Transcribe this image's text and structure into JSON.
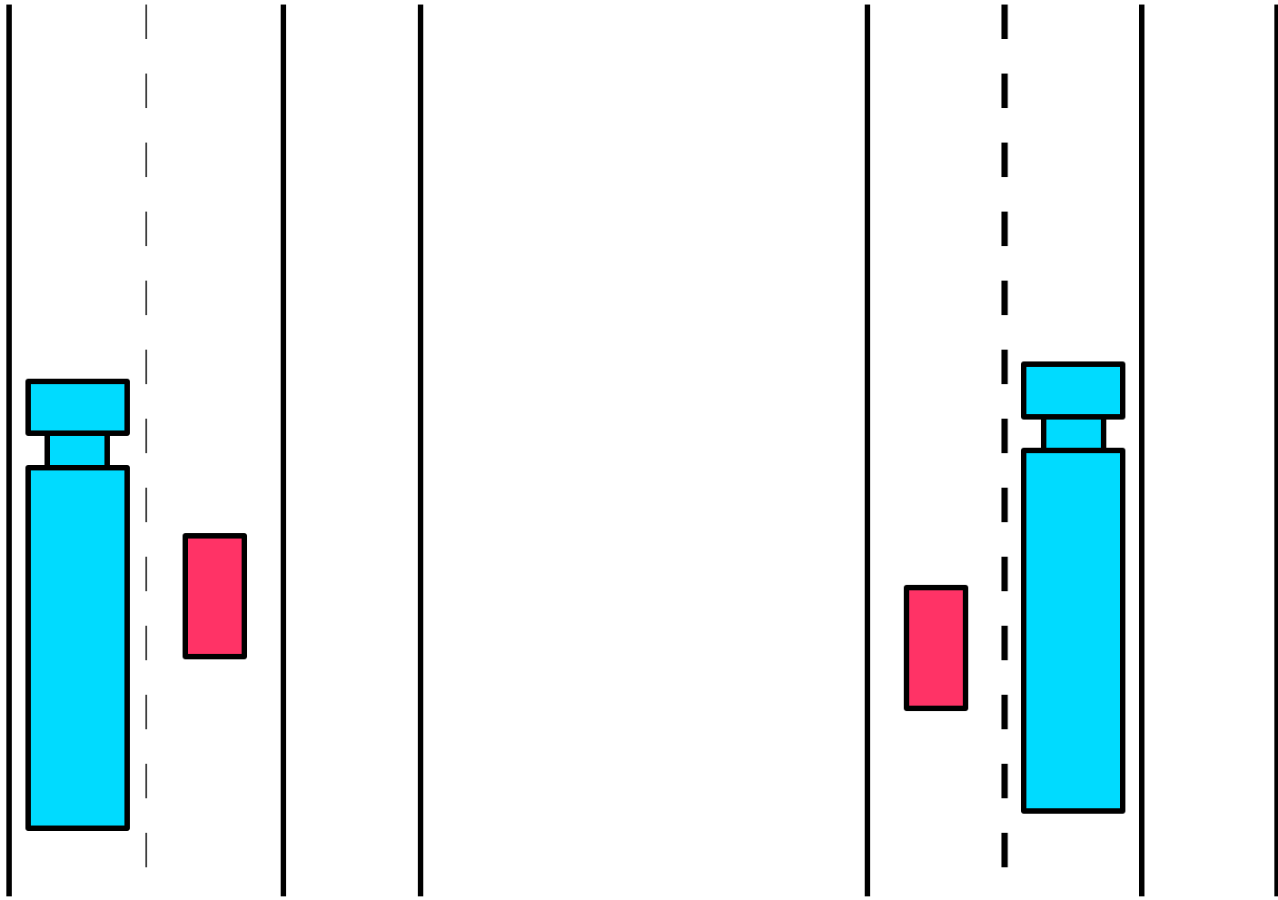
{
  "colors": {
    "background": "#ffffff",
    "line": "#000000",
    "truck": "#00dbff",
    "car": "#ff3366"
  },
  "scenes": [
    {
      "name": "left-road",
      "vehicles": [
        {
          "type": "truck",
          "color": "#00dbff"
        },
        {
          "type": "car",
          "color": "#ff3366"
        }
      ]
    },
    {
      "name": "right-road",
      "vehicles": [
        {
          "type": "car",
          "color": "#ff3366"
        },
        {
          "type": "truck",
          "color": "#00dbff"
        }
      ]
    }
  ]
}
